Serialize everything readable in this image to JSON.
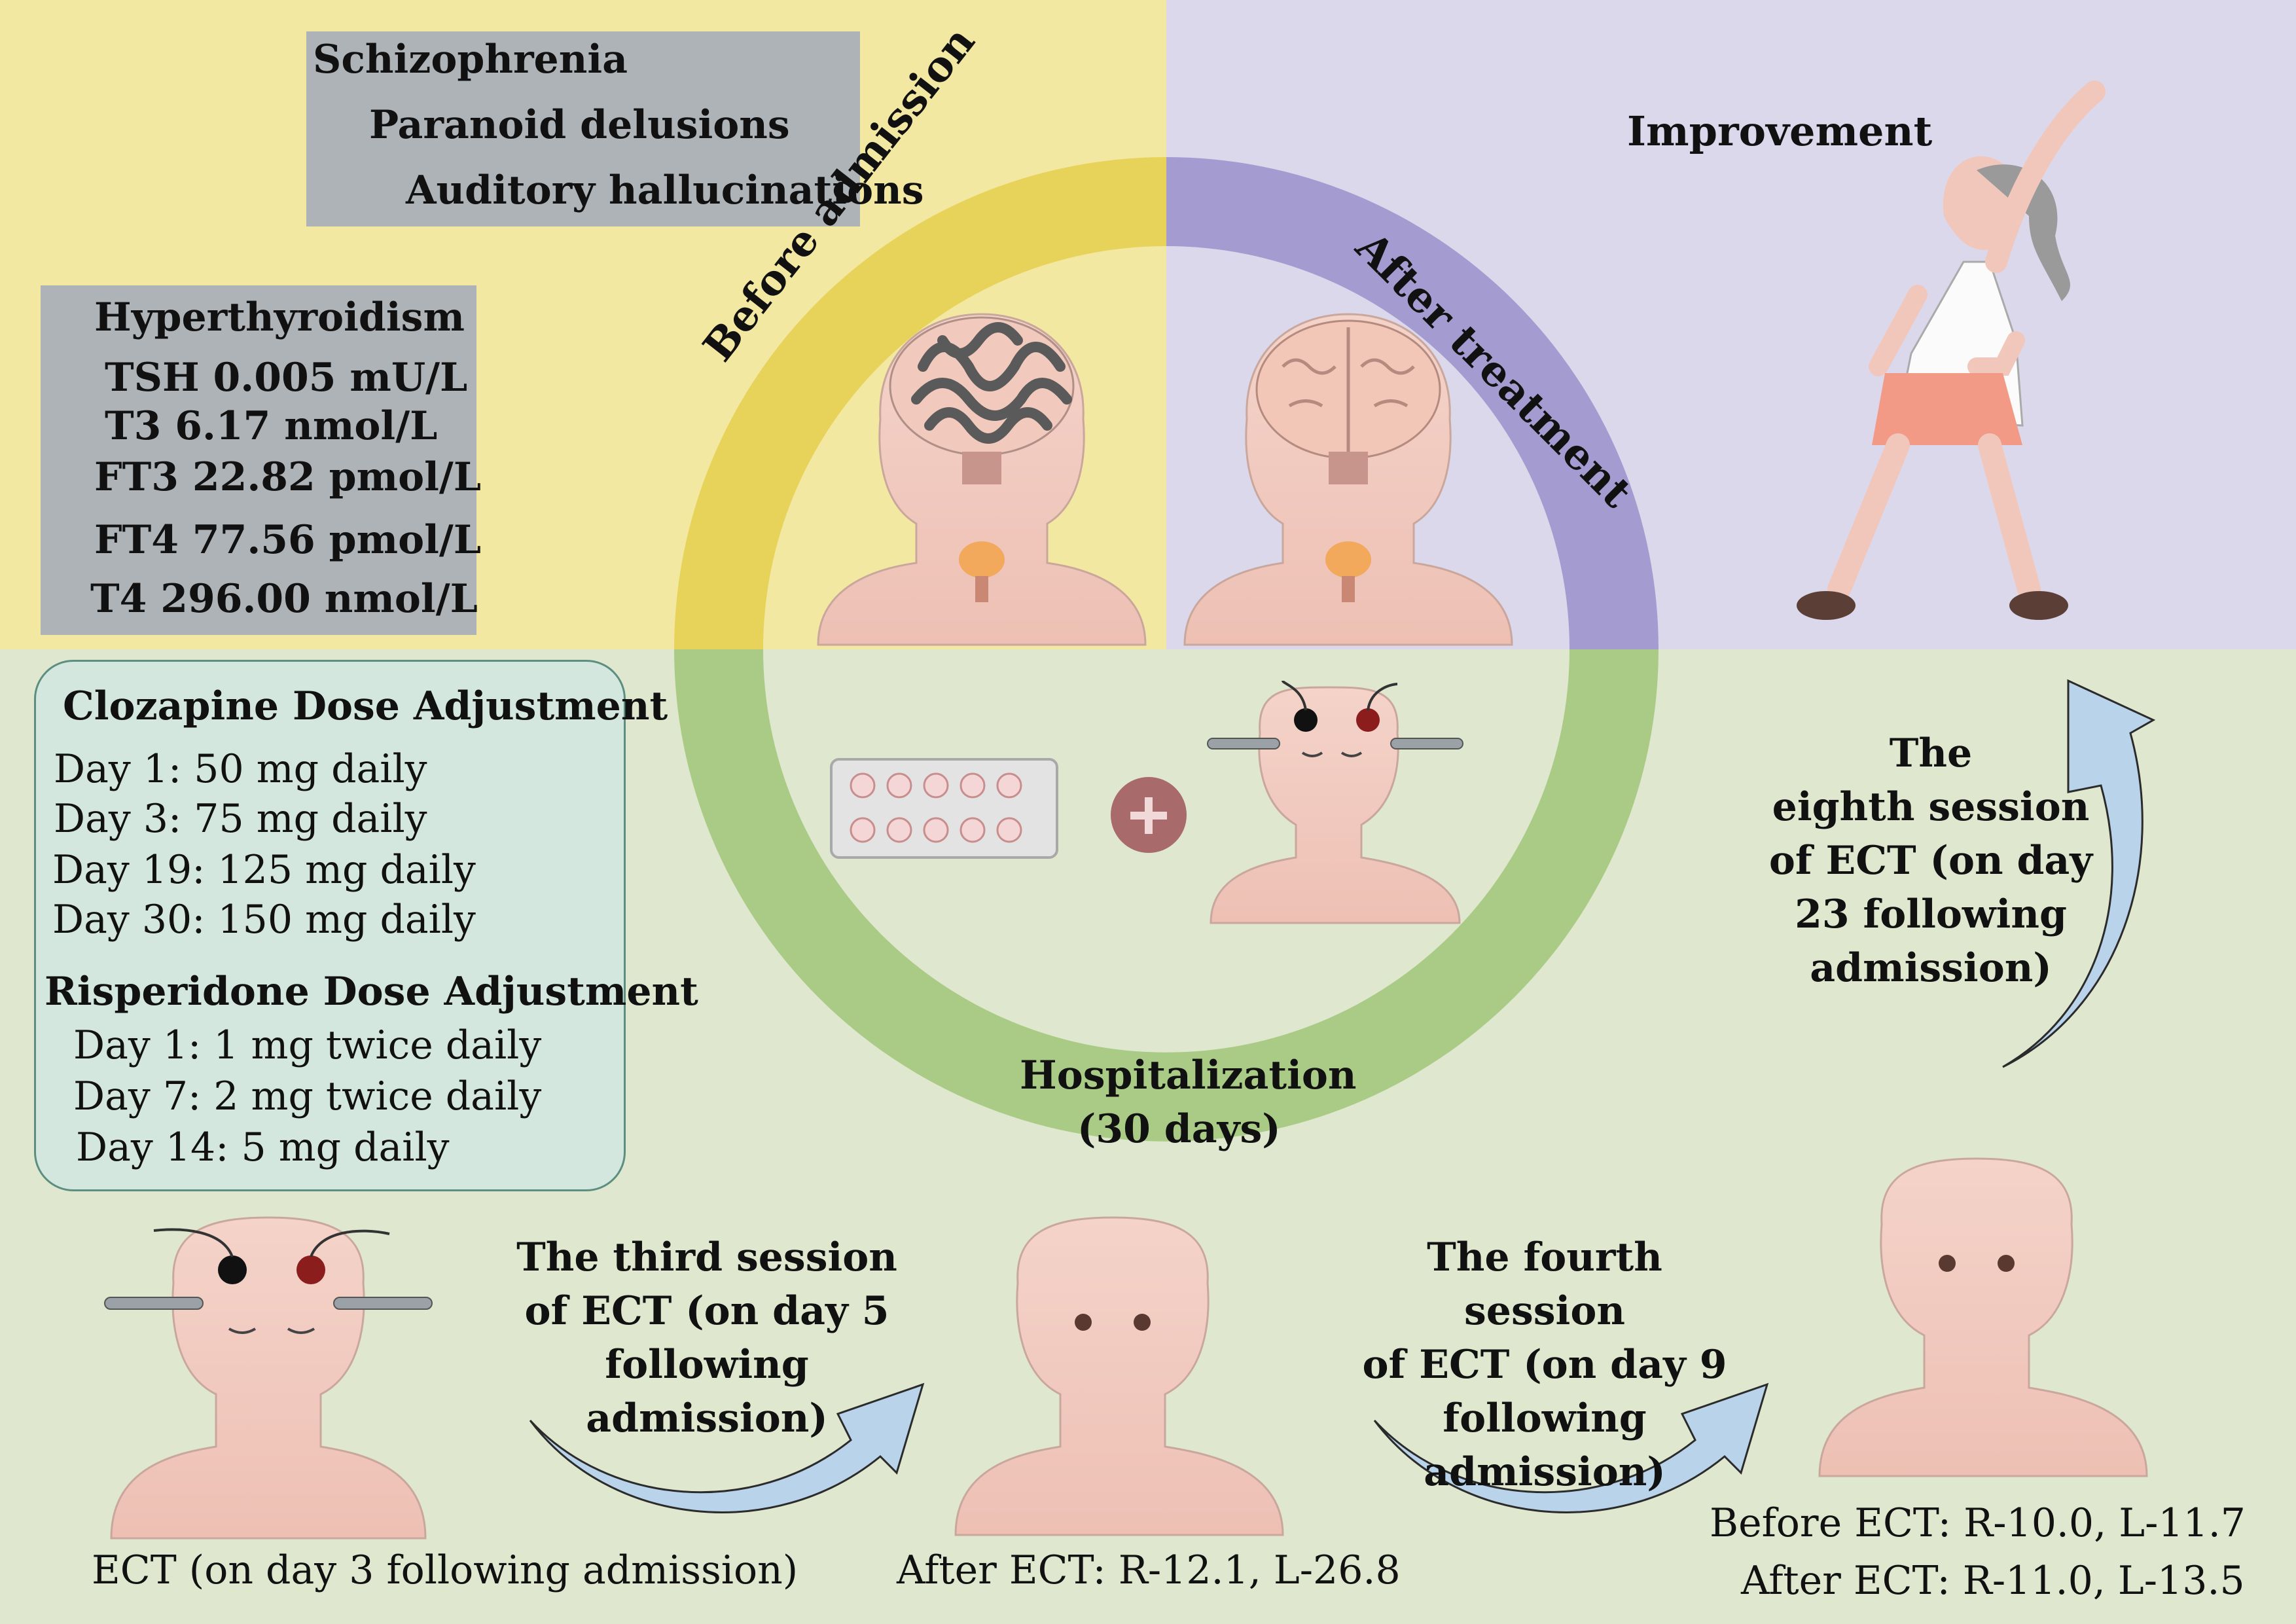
{
  "diagnosis": {
    "title": "Schizophrenia",
    "items": [
      "Paranoid delusions",
      "Auditory hallucinations"
    ]
  },
  "thyroid": {
    "title": "Hyperthyroidism",
    "values": [
      "TSH 0.005 mU/L",
      "T3 6.17 nmol/L",
      "FT3 22.82 pmol/L",
      "FT4 77.56 pmol/L",
      "T4 296.00 nmol/L"
    ]
  },
  "ring": {
    "before_label": "Before  admission",
    "after_label": "After   treatment",
    "hospitalization": "Hospitalization",
    "duration": "(30 days)"
  },
  "improvement": "Improvement",
  "medication": {
    "clozapine_title": "Clozapine Dose Adjustment",
    "clozapine": [
      "Day 1: 50 mg daily",
      "Day 3: 75 mg daily",
      "Day 19: 125 mg daily",
      "Day 30: 150 mg daily"
    ],
    "risperidone_title": "Risperidone Dose Adjustment",
    "risperidone": [
      "Day 1: 1 mg twice daily",
      "Day 7: 2 mg twice daily",
      "Day 14: 5 mg daily"
    ]
  },
  "ect": {
    "first_caption": "ECT (on day 3 following admission)",
    "third_session": [
      "The third session",
      "of ECT (on day 5",
      "following",
      "admission)"
    ],
    "after_third": "After ECT: R-12.1, L-26.8",
    "fourth_session": [
      "The fourth session",
      "of ECT (on day 9",
      "following",
      "admission)"
    ],
    "before_fourth": "Before ECT: R-10.0, L-11.7",
    "after_fourth": "After ECT: R-11.0, L-13.5",
    "eighth_session": [
      "The",
      "eighth session",
      "of ECT (on day",
      "23 following",
      "admission)"
    ]
  },
  "colors": {
    "yellow_bg": "#f3e8a2",
    "purple_bg": "#dcd8eb",
    "green_bg": "#dfe8cf",
    "ring_yellow": "#e8d35a",
    "ring_purple": "#a49cd0",
    "ring_green": "#aacb86",
    "arrow_blue": "#b9d3ea"
  },
  "icons": [
    "brain-tangled-icon",
    "brain-icon",
    "thyroid-icon",
    "pill-blister-icon",
    "plus-icon",
    "electrode-icon",
    "person-exercise-icon",
    "head-bust-icon"
  ]
}
